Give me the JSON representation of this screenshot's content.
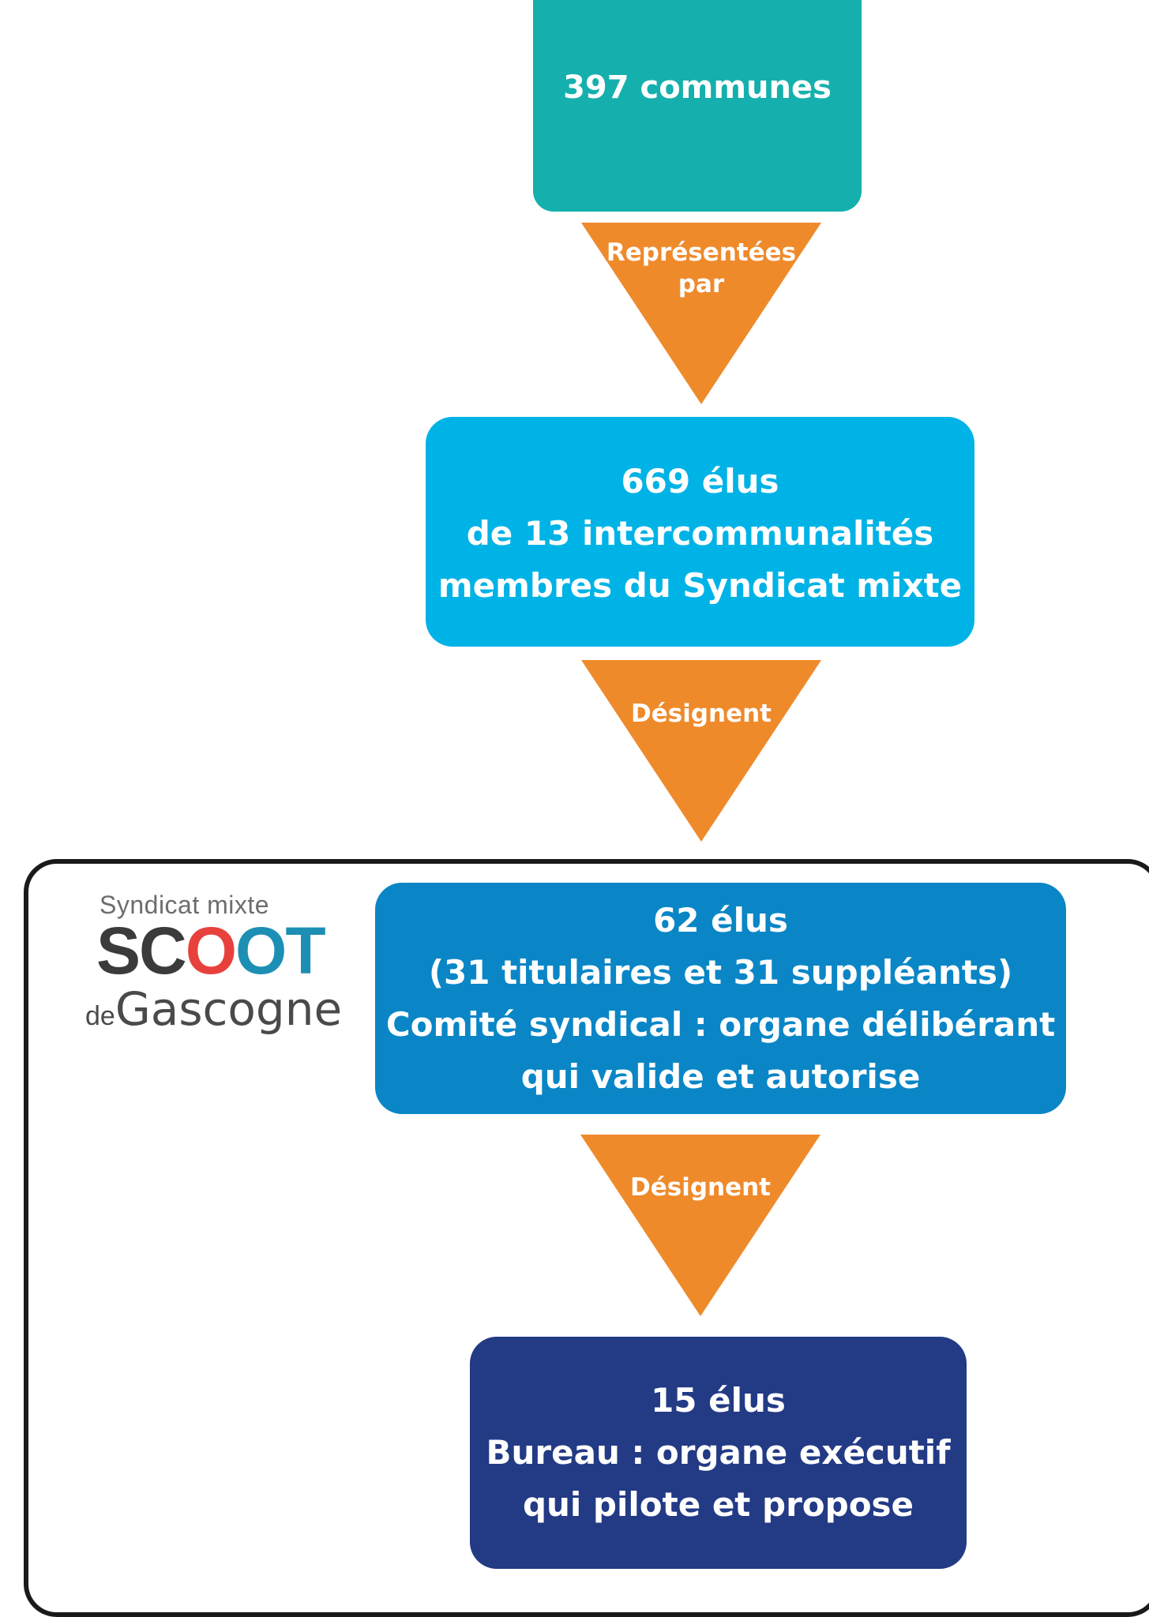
{
  "boxes": {
    "communes": {
      "lines": [
        "397 communes"
      ]
    },
    "elus_669": {
      "lines": [
        "669 élus",
        "de 13 intercommunalités",
        "membres du Syndicat mixte"
      ]
    },
    "comite": {
      "lines": [
        "62 élus",
        "(31 titulaires et 31 suppléants)",
        "Comité syndical : organe délibérant",
        "qui valide et autorise"
      ]
    },
    "bureau": {
      "lines": [
        "15 élus",
        "Bureau : organe exécutif",
        "qui pilote et propose"
      ]
    }
  },
  "arrows": [
    {
      "lines": [
        "Représentées",
        "par"
      ]
    },
    {
      "lines": [
        "Désignent"
      ]
    },
    {
      "lines": [
        "Désignent"
      ]
    }
  ],
  "logo": {
    "top": "Syndicat mixte",
    "wordmark": [
      "S",
      "C",
      "O",
      "O",
      "T"
    ],
    "de": "de",
    "place": "Gascogne"
  },
  "colors": {
    "communes": "#15b0ad",
    "elus_669": "#00b3e6",
    "comite": "#0a86c6",
    "bureau": "#233a85",
    "arrow": "#ef8a2b",
    "frame": "#1a1a1a"
  }
}
